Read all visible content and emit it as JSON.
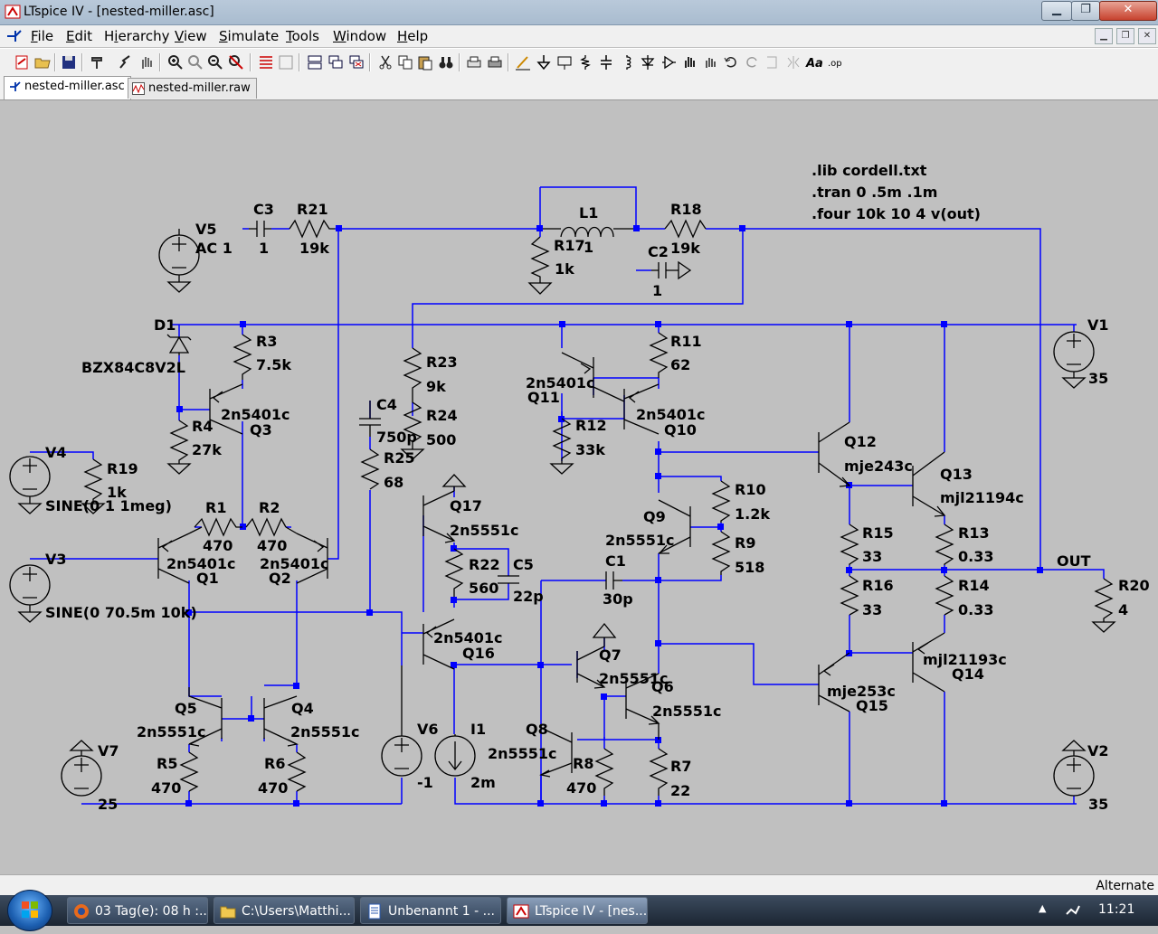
{
  "window": {
    "title": "LTspice IV - [nested-miller.asc]"
  },
  "titlebar_buttons": {
    "minimize": "▁",
    "maximize": "❐",
    "close": "✕"
  },
  "menu": [
    {
      "u": "F",
      "rest": "ile"
    },
    {
      "u": "E",
      "rest": "dit"
    },
    {
      "pre": "H",
      "u": "i",
      "rest": "erarchy"
    },
    {
      "u": "V",
      "rest": "iew"
    },
    {
      "u": "S",
      "rest": "imulate"
    },
    {
      "u": "T",
      "rest": "ools"
    },
    {
      "u": "W",
      "rest": "indow"
    },
    {
      "u": "H",
      "rest": "elp"
    }
  ],
  "tabs": [
    {
      "label": "nested-miller.asc",
      "active": true
    },
    {
      "label": "nested-miller.raw",
      "active": false
    }
  ],
  "status": {
    "text": "Alternate"
  },
  "taskbar": {
    "items": [
      {
        "label": "03 Tag(e): 08 h :...",
        "icon": "firefox-icon"
      },
      {
        "label": "C:\\Users\\Matthi...",
        "icon": "folder-icon"
      },
      {
        "label": "Unbenannt 1 - ...",
        "icon": "writer-document-icon"
      },
      {
        "label": "LTspice IV - [nes...",
        "icon": "ltspice-icon",
        "active": true
      }
    ],
    "clock": "11:21"
  },
  "schematic": {
    "directives": [
      ".lib cordell.txt",
      ".tran 0 .5m .1m",
      ".four 10k 10 4 v(out)"
    ],
    "net_labels": [
      "OUT"
    ],
    "components": {
      "V5": {
        "name": "V5",
        "value": "AC 1"
      },
      "C3": {
        "name": "C3",
        "value": "1"
      },
      "R21": {
        "name": "R21",
        "value": "19k"
      },
      "L1": {
        "name": "L1",
        "value": "1"
      },
      "R17": {
        "name": "R17",
        "value": "1k"
      },
      "R18": {
        "name": "R18",
        "value": "19k"
      },
      "C2": {
        "name": "C2",
        "value": "1"
      },
      "D1": {
        "name": "D1",
        "value": "BZX84C8V2L"
      },
      "R3": {
        "name": "R3",
        "value": "7.5k"
      },
      "Q3": {
        "name": "Q3",
        "value": "2n5401c"
      },
      "R4": {
        "name": "R4",
        "value": "27k"
      },
      "R23": {
        "name": "R23",
        "value": "9k"
      },
      "R24": {
        "name": "R24",
        "value": "500"
      },
      "C4": {
        "name": "C4",
        "value": "750p"
      },
      "R25": {
        "name": "R25",
        "value": "68"
      },
      "Q11": {
        "name": "Q11",
        "value": "2n5401c"
      },
      "R11": {
        "name": "R11",
        "value": "62"
      },
      "Q10": {
        "name": "Q10",
        "value": "2n5401c"
      },
      "R12": {
        "name": "R12",
        "value": "33k"
      },
      "V1": {
        "name": "V1",
        "value": "35"
      },
      "V4": {
        "name": "V4",
        "value": "SINE(0 1 1meg)"
      },
      "R19": {
        "name": "R19",
        "value": "1k"
      },
      "R1": {
        "name": "R1",
        "value": "470"
      },
      "R2": {
        "name": "R2",
        "value": "470"
      },
      "Q1": {
        "name": "Q1",
        "value": "2n5401c"
      },
      "Q2": {
        "name": "Q2",
        "value": "2n5401c"
      },
      "V3": {
        "name": "V3",
        "value": "SINE(0 70.5m 10k)"
      },
      "Q17": {
        "name": "Q17",
        "value": "2n5551c"
      },
      "R22": {
        "name": "R22",
        "value": "560"
      },
      "C5": {
        "name": "C5",
        "value": "22p"
      },
      "Q16": {
        "name": "Q16",
        "value": "2n5401c"
      },
      "C1": {
        "name": "C1",
        "value": "30p"
      },
      "Q9": {
        "name": "Q9",
        "value": "2n5551c"
      },
      "R10": {
        "name": "R10",
        "value": "1.2k"
      },
      "R9": {
        "name": "R9",
        "value": "518"
      },
      "Q12": {
        "name": "Q12",
        "value": "mje243c"
      },
      "Q13": {
        "name": "Q13",
        "value": "mjl21194c"
      },
      "R15": {
        "name": "R15",
        "value": "33"
      },
      "R13": {
        "name": "R13",
        "value": "0.33"
      },
      "R16": {
        "name": "R16",
        "value": "33"
      },
      "R14": {
        "name": "R14",
        "value": "0.33"
      },
      "R20": {
        "name": "R20",
        "value": "4"
      },
      "Q7": {
        "name": "Q7",
        "value": "2n5551c"
      },
      "Q6": {
        "name": "Q6",
        "value": "2n5551c"
      },
      "Q14": {
        "name": "Q14",
        "value": "mjl21193c"
      },
      "Q15": {
        "name": "Q15",
        "value": "mje253c"
      },
      "Q5": {
        "name": "Q5",
        "value": "2n5551c"
      },
      "Q4": {
        "name": "Q4",
        "value": "2n5551c"
      },
      "R5": {
        "name": "R5",
        "value": "470"
      },
      "R6": {
        "name": "R6",
        "value": "470"
      },
      "V7": {
        "name": "V7",
        "value": "25"
      },
      "V6": {
        "name": "V6",
        "value": "-1"
      },
      "I1": {
        "name": "I1",
        "value": "2m"
      },
      "Q8": {
        "name": "Q8",
        "value": "2n5551c"
      },
      "R8": {
        "name": "R8",
        "value": "470"
      },
      "R7": {
        "name": "R7",
        "value": "22"
      },
      "V2": {
        "name": "V2",
        "value": "35"
      }
    }
  },
  "colors": {
    "wire": "#0000ff",
    "background": "#c0c0c0",
    "symbol": "#000000"
  }
}
